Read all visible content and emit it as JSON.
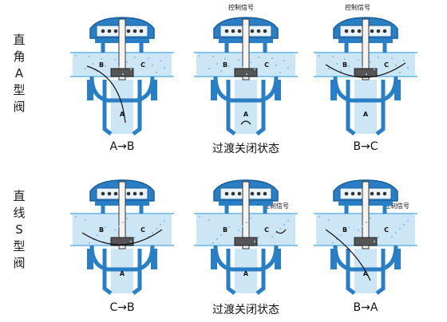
{
  "rows": [
    {
      "label_chars": [
        "直",
        "角",
        "A",
        "型",
        "阀"
      ],
      "panels": [
        {
          "caption": "A→B",
          "signal": "",
          "ports": [
            "A",
            "B",
            "C"
          ]
        },
        {
          "caption": "过渡关闭状态",
          "signal": "控制信号",
          "ports": [
            "A",
            "B",
            "C"
          ]
        },
        {
          "caption": "B→C",
          "signal": "控制信号",
          "ports": [
            "A",
            "B",
            "C"
          ]
        }
      ]
    },
    {
      "label_chars": [
        "直",
        "线",
        "S",
        "型",
        "阀"
      ],
      "panels": [
        {
          "caption": "C→B",
          "signal": "",
          "ports": [
            "A",
            "B",
            "C"
          ]
        },
        {
          "caption": "过渡关闭状态",
          "signal": "控制信号",
          "ports": [
            "A",
            "B",
            "C"
          ]
        },
        {
          "caption": "B→A",
          "signal": "控制信号",
          "ports": [
            "A",
            "B",
            "C"
          ]
        }
      ]
    }
  ],
  "colors": {
    "body": "#2a7fc4",
    "bodyDark": "#1b5d99",
    "water": "#cde6f6",
    "line": "#1a1a1a",
    "pipe": "#86c5ea"
  }
}
